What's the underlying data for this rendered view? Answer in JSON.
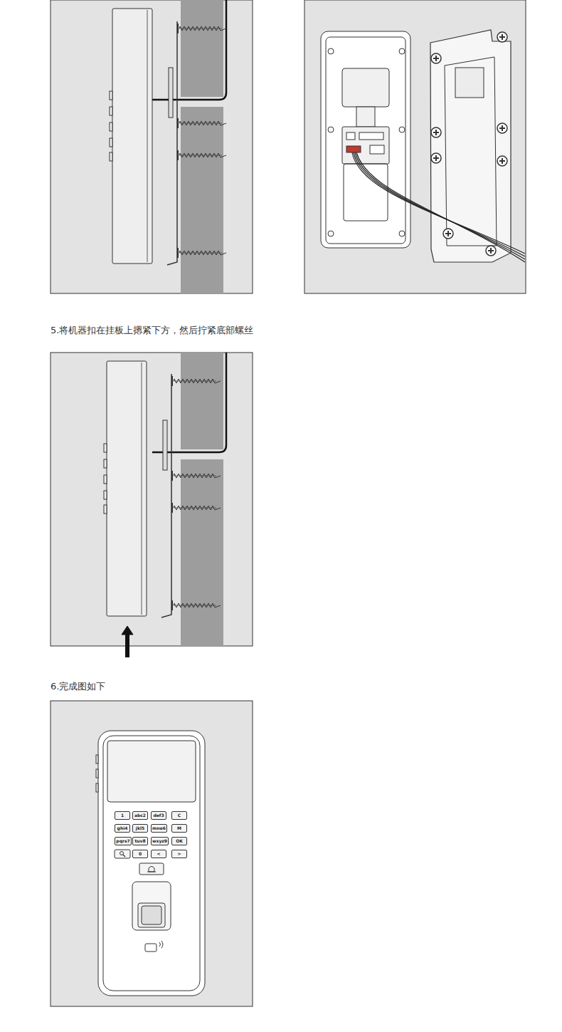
{
  "diagram": {
    "nodes": [
      {
        "text": [
          "1"
        ]
      },
      {
        "text": [
          "abc2"
        ]
      },
      {
        "text": [
          "def3"
        ]
      },
      {
        "text": [
          "C"
        ]
      },
      {
        "text": [
          "ghi4"
        ]
      },
      {
        "text": [
          "jkl5"
        ]
      },
      {
        "text": [
          "mno6"
        ]
      },
      {
        "text": [
          "M"
        ]
      },
      {
        "text": [
          "pqrs7"
        ]
      },
      {
        "text": [
          "tuv8"
        ]
      },
      {
        "text": [
          "wxyz9"
        ]
      },
      {
        "text": [
          "OK"
        ]
      },
      {
        "text": [
          "0"
        ]
      },
      {
        "text": [
          "<"
        ]
      },
      {
        "text": [
          ">"
        ]
      }
    ],
    "labels": [
      "5.将机器扣在挂板上摁紧下方，然后拧紧底部螺丝",
      "6.完成图如下"
    ]
  }
}
